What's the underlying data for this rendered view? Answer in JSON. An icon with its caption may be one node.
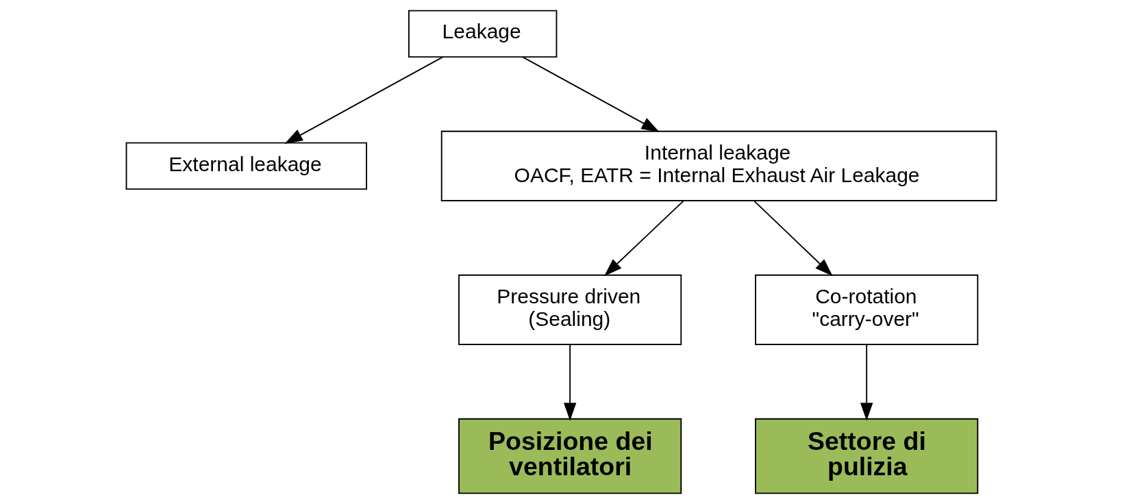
{
  "diagram": {
    "nodes": [
      {
        "text": [
          "Leakage"
        ]
      },
      {
        "text": [
          "External leakage"
        ]
      },
      {
        "text": [
          "Internal leakage",
          "OACF, EATR = Internal Exhaust Air Leakage"
        ]
      },
      {
        "text": [
          "Pressure driven (Sealing)"
        ]
      },
      {
        "text": [
          "Co-rotation \"carry-over\""
        ]
      },
      {
        "text": [
          "Posizione dei ventilatori"
        ]
      },
      {
        "text": [
          "Settore di pulizia"
        ]
      }
    ],
    "edges": [
      {
        "from": 0,
        "to": 1,
        "arrow": "to"
      },
      {
        "from": 0,
        "to": 2,
        "arrow": "to"
      },
      {
        "from": 2,
        "to": 3,
        "arrow": "to"
      },
      {
        "from": 2,
        "to": 4,
        "arrow": "to"
      },
      {
        "from": 3,
        "to": 5,
        "arrow": "to"
      },
      {
        "from": 4,
        "to": 6,
        "arrow": "to"
      }
    ]
  }
}
